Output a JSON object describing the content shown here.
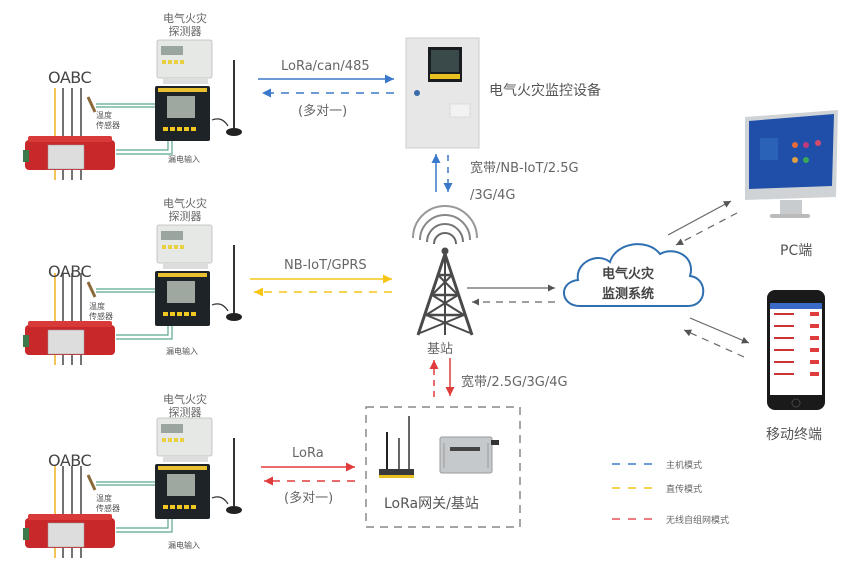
{
  "diagram": {
    "detectors": [
      {
        "title_line1": "电气火灾",
        "title_line2": "探测器",
        "phase_label": "OABC",
        "temp_sensor_line1": "温度",
        "temp_sensor_line2": "传感器",
        "leak_input": "漏电输入"
      },
      {
        "title_line1": "电气火灾",
        "title_line2": "探测器",
        "phase_label": "OABC",
        "temp_sensor_line1": "温度",
        "temp_sensor_line2": "传感器",
        "leak_input": "漏电输入"
      },
      {
        "title_line1": "电气火灾",
        "title_line2": "探测器",
        "phase_label": "OABC",
        "temp_sensor_line1": "温度",
        "temp_sensor_line2": "传感器",
        "leak_input": "漏电输入"
      }
    ],
    "links": {
      "host_mode": {
        "protocol": "LoRa/can/485",
        "note": "(多对一)"
      },
      "direct_mode": {
        "protocol": "NB-IoT/GPRS"
      },
      "wireless_mode": {
        "protocol": "LoRa",
        "note": "(多对一)"
      },
      "cabinet_uplink": {
        "line1": "宽带/NB-IoT/2.5G",
        "line2": "/3G/4G"
      },
      "gateway_uplink": {
        "text": "宽带/2.5G/3G/4G"
      }
    },
    "monitor_device": "电气火灾监控设备",
    "base_station": "基站",
    "cloud": {
      "line1": "电气火灾",
      "line2": "监测系统"
    },
    "pc_terminal": "PC端",
    "mobile_terminal": "移动终端",
    "gateway": "LoRa网关/基站",
    "legend": [
      {
        "label": "主机模式",
        "color": "#3a78c9"
      },
      {
        "label": "直传模式",
        "color": "#f5c518"
      },
      {
        "label": "无线自组网模式",
        "color": "#e8505b"
      }
    ],
    "colors": {
      "host": "#3a78c9",
      "direct": "#f5c518",
      "wireless": "#e03c3c",
      "gray_link": "#666666",
      "cloud_stroke": "#2e6fb0",
      "wire_green": "#5aa88a",
      "ct_red": "#c8282a"
    }
  }
}
